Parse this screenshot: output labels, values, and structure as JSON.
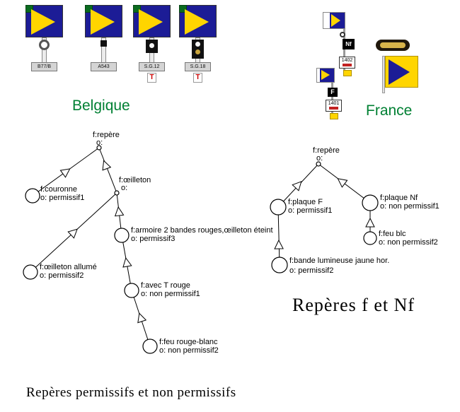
{
  "captions": {
    "belgium": "Belgique",
    "france": "France",
    "bottom_left": "Repères permissifs et non permissifs",
    "right": "Repères f et Nf"
  },
  "belgium": {
    "signals": [
      {
        "base": "B77/B"
      },
      {
        "base": "A543"
      },
      {
        "base": "S.G.12"
      },
      {
        "base": "S.G.18"
      }
    ],
    "t_plate": "T"
  },
  "france": {
    "nf": {
      "plaque": "Nf",
      "number": "1402"
    },
    "f": {
      "plaque": "F",
      "number": "1401"
    }
  },
  "left_tree": {
    "root": {
      "label": "f:repère",
      "attr": "o:"
    },
    "couronne": {
      "label": "f:couronne",
      "attr": "o: permissif1"
    },
    "oeilleton": {
      "label": "f:œilleton",
      "attr": "o:"
    },
    "armoire": {
      "label": "f:armoire 2 bandes rouges,œilleton éteint",
      "attr": "o: permissif3"
    },
    "oeilleton_allume": {
      "label": "f:œilleton allumé",
      "attr": "o: permissif2"
    },
    "avec_t_rouge": {
      "label": "f:avec T rouge",
      "attr": "o: non permissif1"
    },
    "feu_rouge_blanc": {
      "label": "f:feu rouge-blanc",
      "attr": "o: non permissif2"
    }
  },
  "right_tree": {
    "root": {
      "label": "f:repère",
      "attr": "o:"
    },
    "plaque_f": {
      "label": "f:plaque F",
      "attr": "o: permissif1"
    },
    "plaque_nf": {
      "label": "f:plaque Nf",
      "attr": "o: non permissif1"
    },
    "feu_blc": {
      "label": "f:feu blc",
      "attr": "o: non permissif2"
    },
    "bande_lumineuse": {
      "label": "f:bande lumineuse jaune hor.",
      "attr": "o: permissif2"
    }
  },
  "colors": {
    "flag_blue": "#1c1c96",
    "flag_yellow": "#ffd500",
    "caption_green": "#008033",
    "t_red": "#cc0000"
  }
}
